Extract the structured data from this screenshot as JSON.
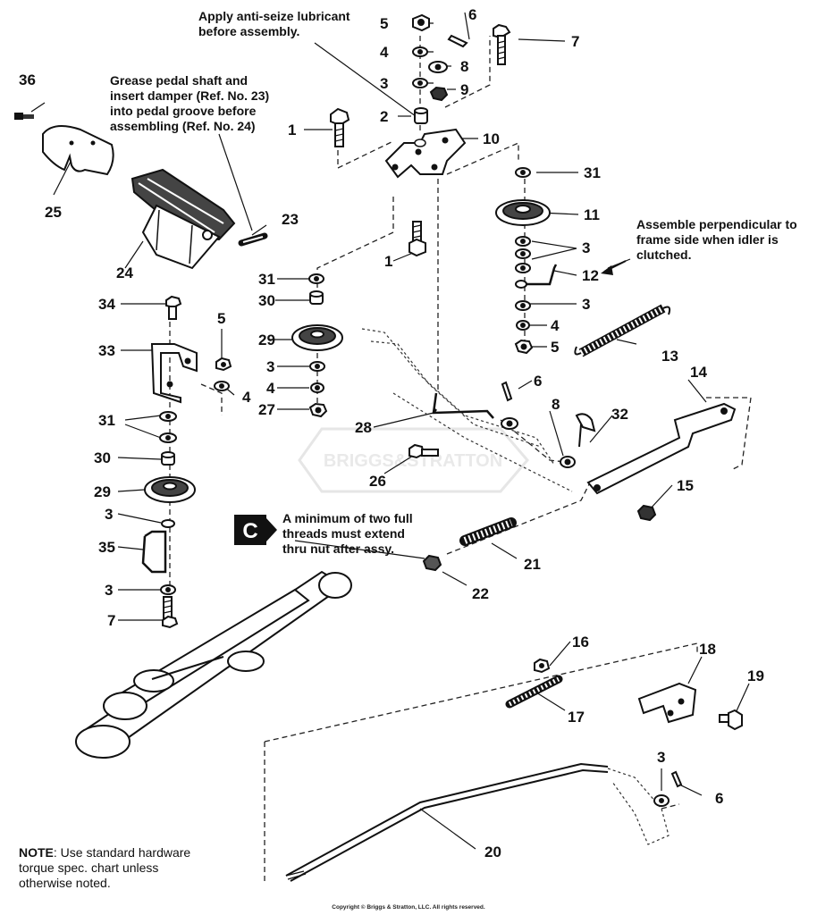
{
  "notes": {
    "anti_seize": "Apply anti-seize lubricant\nbefore assembly.",
    "grease_pedal": "Grease pedal shaft and\ninsert damper (Ref. No. 23)\ninto pedal groove before\nassembling (Ref. No. 24)",
    "assemble_perpendicular": "Assemble perpendicular to\nframe side when idler is\nclutched.",
    "threads": "A minimum of two full\nthreads must extend\nthru nut after assy.",
    "note_label": "NOTE",
    "note_text": ": Use standard hardware\ntorque spec. chart unless\notherwise noted."
  },
  "marker": {
    "letter": "C"
  },
  "watermark": {
    "text": "BRIGGS&STRATTON"
  },
  "copyright": "Copyright © Briggs & Stratton, LLC. All rights reserved.",
  "callouts": {
    "n36": "36",
    "n25": "25",
    "n24": "24",
    "n23": "23",
    "n5a": "5",
    "n6a": "6",
    "n7a": "7",
    "n4a": "4",
    "n8a": "8",
    "n3a": "3",
    "n9": "9",
    "n2": "2",
    "n1a": "1",
    "n10": "10",
    "n31a": "31",
    "n11": "11",
    "n3b": "3",
    "n12": "12",
    "n1b": "1",
    "n31b": "31",
    "n30a": "30",
    "n34": "34",
    "n3c": "3",
    "n4b": "4",
    "n5b": "5",
    "n13": "13",
    "n29a": "29",
    "n5c": "5",
    "n33": "33",
    "n4c": "4",
    "n3d": "3",
    "n4d": "4",
    "n27": "27",
    "n14": "14",
    "n6b": "6",
    "n8b": "8",
    "n32": "32",
    "n28": "28",
    "n31c": "31",
    "n26": "26",
    "n30b": "30",
    "n15": "15",
    "n29b": "29",
    "n3e": "3",
    "n35": "35",
    "n21": "21",
    "n22": "22",
    "n3f": "3",
    "n7b": "7",
    "n16": "16",
    "n18": "18",
    "n19": "19",
    "n17": "17",
    "n3g": "3",
    "n6c": "6",
    "n20": "20"
  }
}
